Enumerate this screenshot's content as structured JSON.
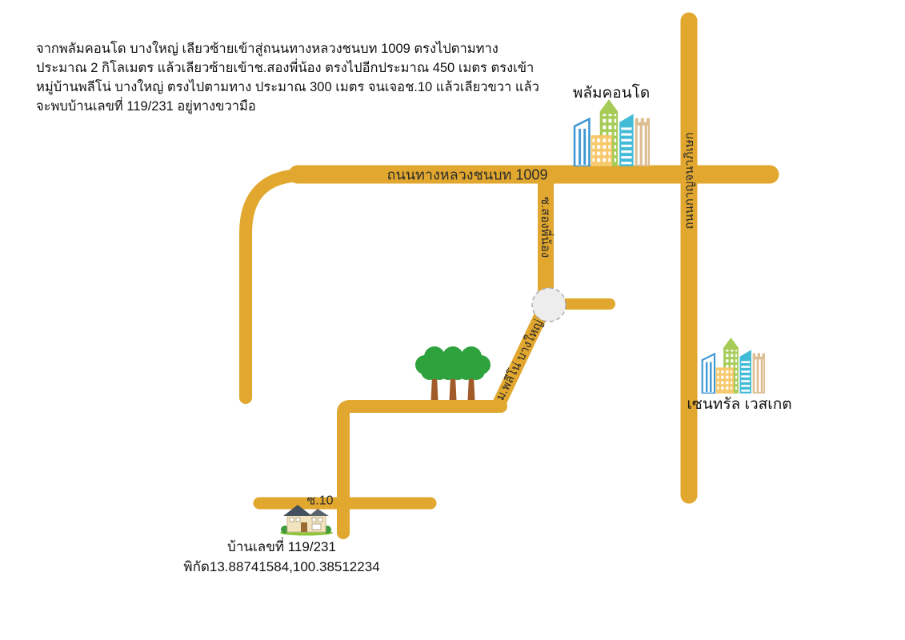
{
  "directions": {
    "text": "จากพลัมคอนโด บางใหญ่ เลียวซ้ายเข้าสู่ถนนทางหลวงชนบท 1009 ตรงไปตามทางประมาณ 2 กิโลเมตร แล้วเลียวซ้ายเข้าช.สองพี่น้อง ตรงไปอีกประมาณ 450 เมตร ตรงเข้าหมู่บ้านพลีโน่ บางใหญ่ ตรงไปตามทาง ประมาณ 300 เมตร จนเจอช.10 แล้วเลียวขวา แล้วจะพบบ้านเลขที่ 119/231 อยู่ทางขวามือ"
  },
  "map": {
    "roads": {
      "highway_1009": {
        "label": "ถนนทางหลวงชนบท 1009"
      },
      "kanchanaphisek": {
        "label": "ถนนกาญจนาภิเษก"
      },
      "soi_song_phi_nong": {
        "label": "ซ.สองพี่น้อง"
      },
      "pleno_village_road": {
        "label": "ม.พลีโน่ บางใหญ่"
      },
      "soi_10": {
        "label": "ซ.10"
      }
    },
    "places": {
      "plum_condo": {
        "label": "พลัมคอนโด",
        "icon": "city-buildings-icon"
      },
      "central_westgate": {
        "label": "เซนทรัล เวสเกต",
        "icon": "city-buildings-icon"
      },
      "house": {
        "number": "บ้านเลขที่ 119/231",
        "coordinates": "พิกัด13.88741584,100.38512234",
        "icon": "house-icon"
      },
      "trees": {
        "icon": "trees-icon"
      },
      "roundabout": {
        "icon": "roundabout"
      }
    },
    "colors": {
      "road": "#E1A72E",
      "label_text": "#2B2B2B",
      "roundabout_fill": "#EDEDED",
      "tree_green": "#2EA23C",
      "trunk_brown": "#A15B2B"
    }
  }
}
